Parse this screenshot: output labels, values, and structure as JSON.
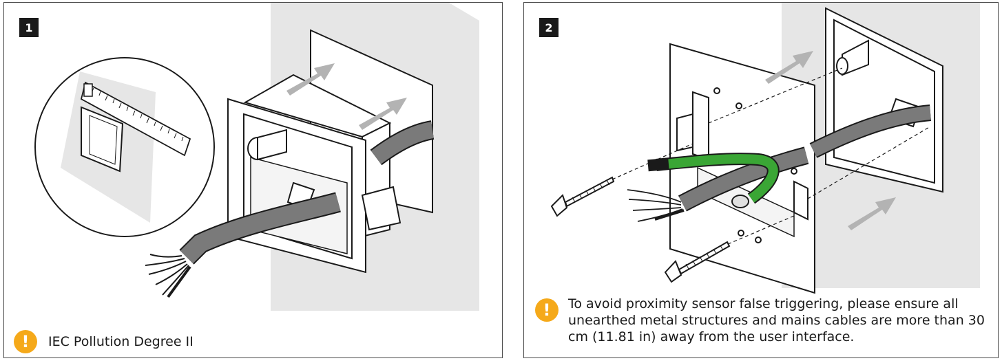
{
  "panels": [
    {
      "step": "1",
      "note": "IEC Pollution Degree II",
      "warning_icon": "exclamation-warning-icon"
    },
    {
      "step": "2",
      "note": "To avoid proximity sensor false triggering, please ensure all unearthed metal structures and mains cables are more than 30 cm (11.81 in) away from the user interface.",
      "warning_icon": "exclamation-warning-icon"
    }
  ],
  "colors": {
    "wall": "#e6e6e6",
    "arrow": "#b3b3b3",
    "cable": "#7a7a7a",
    "earth_wire": "#3aa635",
    "warning": "#f5a91a",
    "outline": "#1a1a1a"
  }
}
